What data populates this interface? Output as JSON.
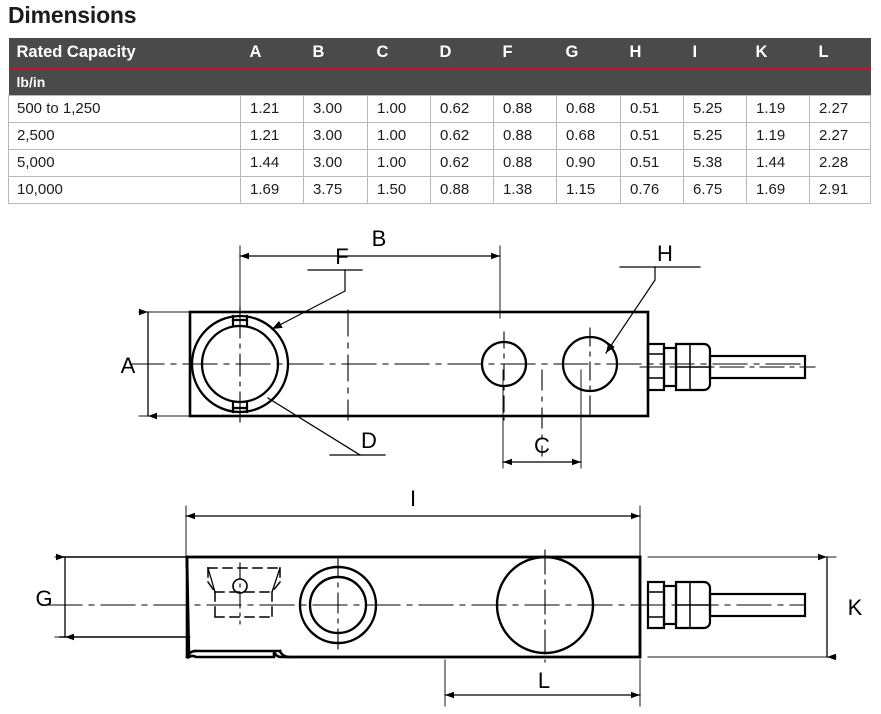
{
  "page": {
    "title": "Dimensions"
  },
  "table": {
    "headers": [
      "Rated Capacity",
      "A",
      "B",
      "C",
      "D",
      "F",
      "G",
      "H",
      "I",
      "K",
      "L"
    ],
    "unit_label": "lb/in",
    "accent_color": "#c8102e",
    "header_bg": "#4a4a4a",
    "rows": [
      {
        "capacity": "500 to 1,250",
        "values": [
          "1.21",
          "3.00",
          "1.00",
          "0.62",
          "0.88",
          "0.68",
          "0.51",
          "5.25",
          "1.19",
          "2.27"
        ]
      },
      {
        "capacity": "2,500",
        "values": [
          "1.21",
          "3.00",
          "1.00",
          "0.62",
          "0.88",
          "0.68",
          "0.51",
          "5.25",
          "1.19",
          "2.27"
        ]
      },
      {
        "capacity": "5,000",
        "values": [
          "1.44",
          "3.00",
          "1.00",
          "0.62",
          "0.88",
          "0.90",
          "0.51",
          "5.38",
          "1.44",
          "2.28"
        ]
      },
      {
        "capacity": "10,000",
        "values": [
          "1.69",
          "3.75",
          "1.50",
          "0.88",
          "1.38",
          "1.15",
          "0.76",
          "6.75",
          "1.69",
          "2.91"
        ]
      }
    ]
  },
  "drawings": {
    "top_view": {
      "name": "side-elevation-view",
      "callouts": {
        "B": "B",
        "F": "F",
        "H": "H",
        "A": "A",
        "D": "D",
        "C": "C"
      }
    },
    "bottom_view": {
      "name": "plan-view",
      "callouts": {
        "I": "I",
        "G": "G",
        "K": "K",
        "L": "L"
      }
    }
  }
}
